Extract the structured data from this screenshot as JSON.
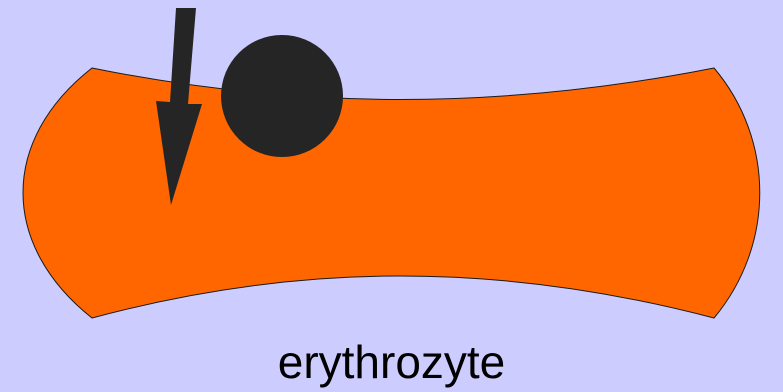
{
  "diagram": {
    "caption": "erythrozyte",
    "colors": {
      "background": "#ccccff",
      "cell_fill": "#ff6600",
      "cell_stroke": "#1a1a1a",
      "particle": "#252525",
      "arrow": "#252525"
    },
    "elements": {
      "cell": "erythrocyte-cell-shape",
      "particle": "circle-particle",
      "arrow": "down-arrow-icon"
    }
  }
}
